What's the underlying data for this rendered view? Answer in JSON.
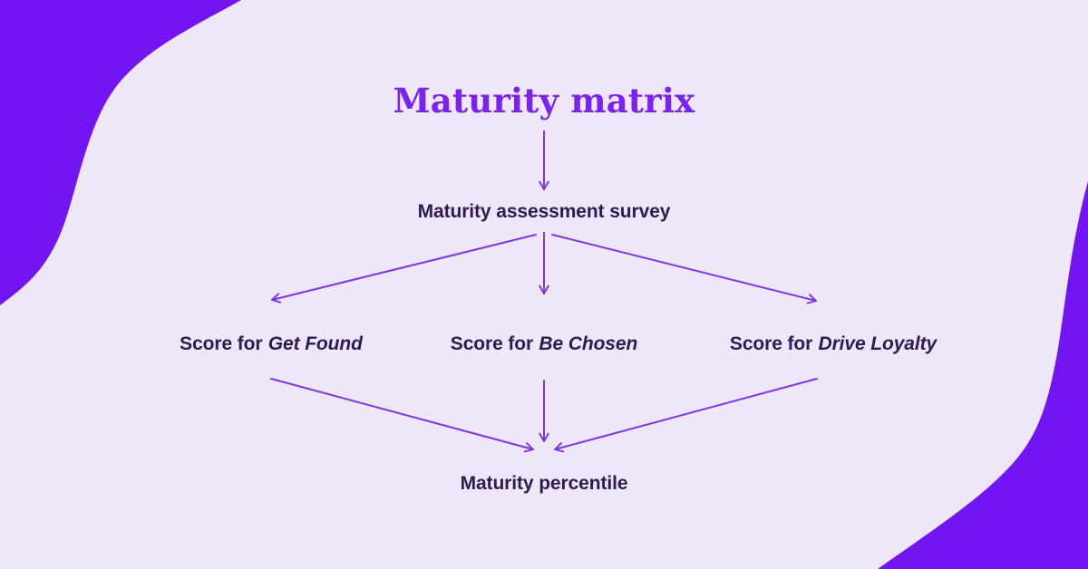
{
  "colors": {
    "background": "#EDE7F8",
    "blob": "#7315F2",
    "title": "#7B22F0",
    "arrow": "#7C36E6",
    "text": "#2E1A54"
  },
  "diagram": {
    "title": "Maturity matrix",
    "survey": "Maturity assessment survey",
    "scores": [
      {
        "prefix": "Score for",
        "name": "Get Found"
      },
      {
        "prefix": "Score for",
        "name": "Be Chosen"
      },
      {
        "prefix": "Score for",
        "name": "Drive Loyalty"
      }
    ],
    "result": "Maturity percentile"
  }
}
